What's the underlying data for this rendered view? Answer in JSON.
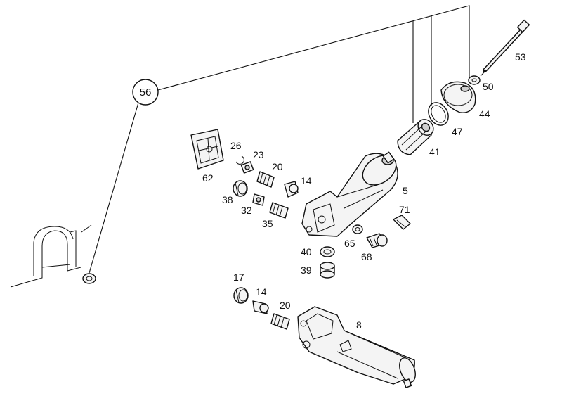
{
  "callout": {
    "number": "56"
  },
  "labels": {
    "p53": "53",
    "p50": "50",
    "p44": "44",
    "p47": "47",
    "p41": "41",
    "p5": "5",
    "p71": "71",
    "p65": "65",
    "p68": "68",
    "p40": "40",
    "p39": "39",
    "p62": "62",
    "p26": "26",
    "p23": "23",
    "p20a": "20",
    "p14a": "14",
    "p38": "38",
    "p32": "32",
    "p35": "35",
    "p17": "17",
    "p14b": "14",
    "p20b": "20",
    "p8": "8"
  }
}
